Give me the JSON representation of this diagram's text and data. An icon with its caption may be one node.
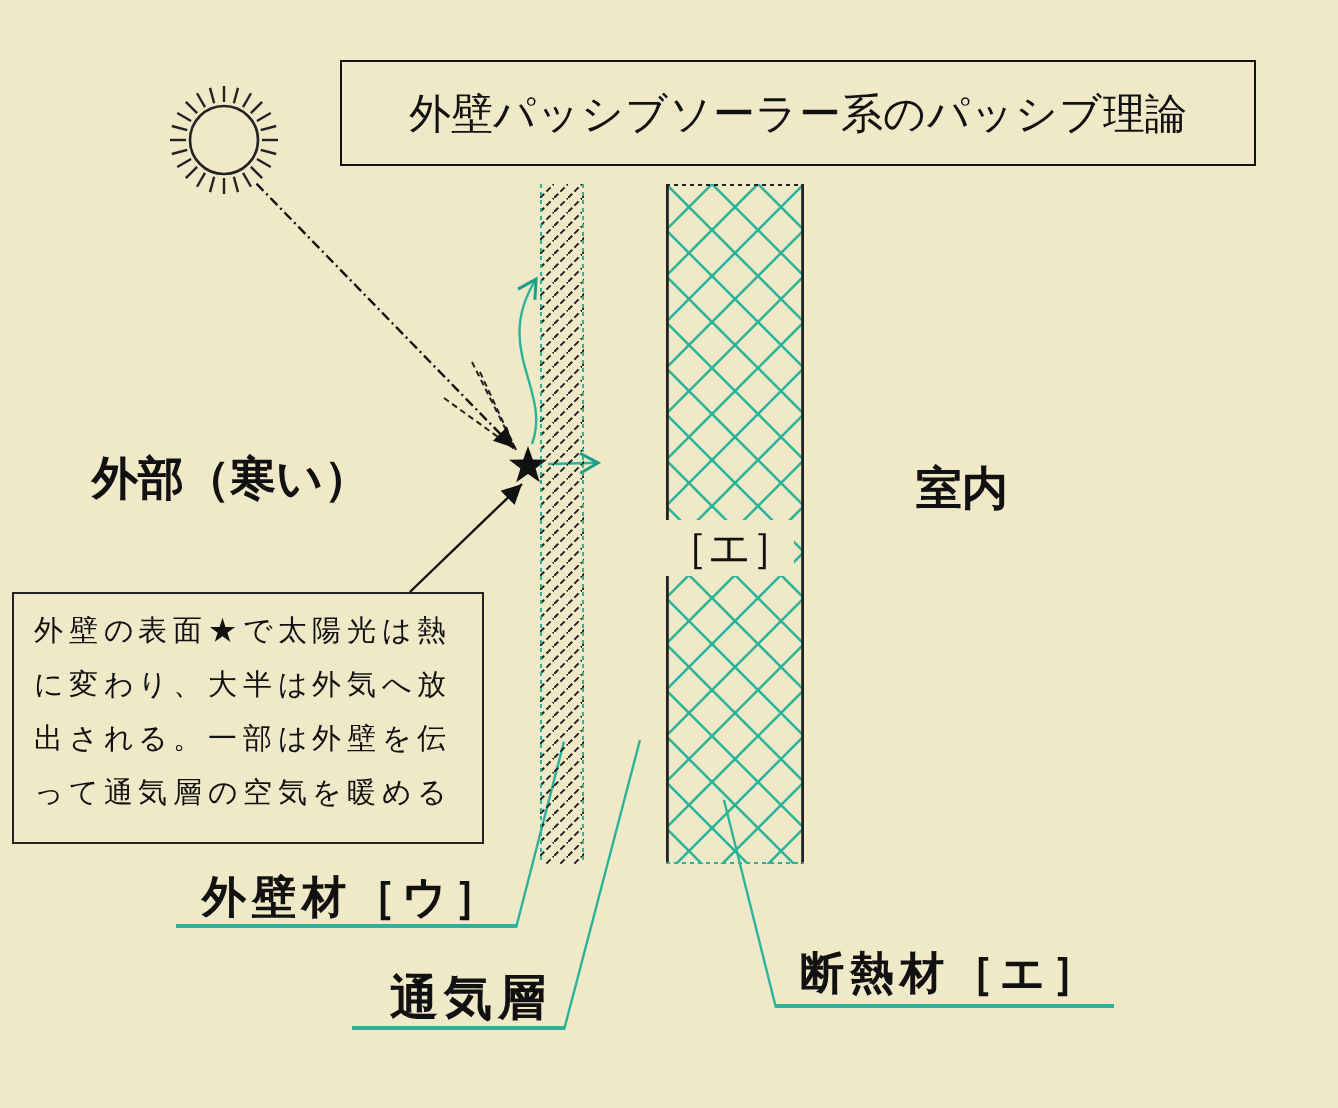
{
  "diagram": {
    "nodes": [
      {
        "text": [
          "外壁パッシブソーラー系のパッシブ理論"
        ]
      },
      {
        "text": [],
        "shape": "picture"
      },
      {
        "text": [],
        "shape": "star"
      },
      {
        "text": [],
        "shape": "bar"
      },
      {
        "text": [
          "［エ］"
        ]
      },
      {
        "text": [
          "外壁の表面★で太陽光は熱に変わり、大半は外気へ放出される。一部は外壁を伝って通気層の空気を暖める"
        ]
      },
      {
        "text": [
          "外壁材［ウ］"
        ]
      },
      {
        "text": [
          "通気層"
        ]
      },
      {
        "text": [
          "断熱材［エ］"
        ]
      }
    ],
    "edges": [
      {
        "from": 1,
        "to": 2,
        "arrow": "to",
        "style": "dashed",
        "color": "#111111"
      },
      {
        "from": 5,
        "to": 2,
        "arrow": "to",
        "color": "#111111"
      },
      {
        "from": 2,
        "to": 3,
        "arrow": "to"
      },
      {
        "from": 2,
        "to": 3,
        "arrow": "to"
      },
      {
        "from": 6,
        "to": 3,
        "arrow": "none"
      },
      {
        "from": 7,
        "to": null,
        "arrow": "none"
      },
      {
        "from": 8,
        "to": 4,
        "arrow": "none"
      }
    ],
    "labels": [
      "外部（寒い）",
      "室内"
    ]
  }
}
